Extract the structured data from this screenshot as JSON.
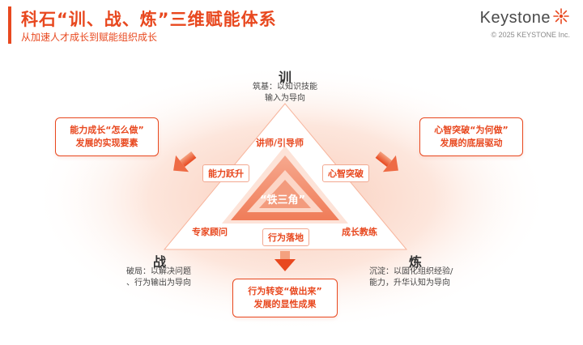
{
  "header": {
    "title": "科石“训、战、炼”三维赋能体系",
    "subtitle": "从加速人才成长到赋能组织成长"
  },
  "brand": {
    "logo_text": "Keystone",
    "copyright": "© 2025 KEYSTONE Inc."
  },
  "diagram": {
    "vertices": {
      "top": {
        "title": "训",
        "desc_line1": "筑基：以知识技能",
        "desc_line2": "输入为导向"
      },
      "left": {
        "title": "战",
        "desc_line1": "破局：以解决问题",
        "desc_line2": "、行为输出为导向"
      },
      "right": {
        "title": "炼",
        "desc_line1": "沉淀：以固化组织经验/",
        "desc_line2": "能力，升华认知为导向"
      }
    },
    "outer_boxes": {
      "left": {
        "line1": "能力成长“怎么做”",
        "line2": "发展的实现要素"
      },
      "right": {
        "line1": "心智突破“为何做”",
        "line2": "发展的底层驱动"
      },
      "bottom": {
        "line1": "行为转变“做出来”",
        "line2": "发展的显性成果"
      }
    },
    "edge_labels": {
      "left": "能力跃升",
      "right": "心智突破",
      "bottom": "行为落地"
    },
    "corner_labels": {
      "top": "讲师/引导师",
      "left": "专家顾问",
      "right": "成长教练"
    },
    "center_label": "“铁三角”",
    "colors": {
      "accent": "#e8481f",
      "light": "#f7b49c",
      "glow": "#fde8df"
    }
  }
}
